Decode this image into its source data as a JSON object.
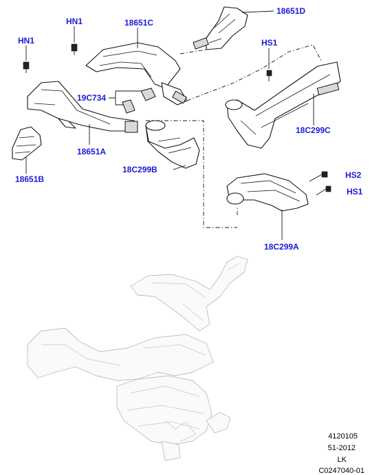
{
  "callouts": {
    "hn1_top": "HN1",
    "hn1_left": "HN1",
    "p18651C": "18651C",
    "p18651D": "18651D",
    "hs1_top": "HS1",
    "p19C734": "19C734",
    "p18651A": "18651A",
    "p18651B": "18651B",
    "p18C299B": "18C299B",
    "p18C299C": "18C299C",
    "hs2": "HS2",
    "hs1_right": "HS1",
    "p18C299A": "18C299A"
  },
  "reference": {
    "line1": "4120105",
    "line2": "51-2012",
    "line3": "LK",
    "line4": "C0247040-01"
  },
  "colors": {
    "callout_text": "#1a1ad6",
    "line_art": "#111111",
    "ghost_assembly": "#bdbdbd"
  }
}
